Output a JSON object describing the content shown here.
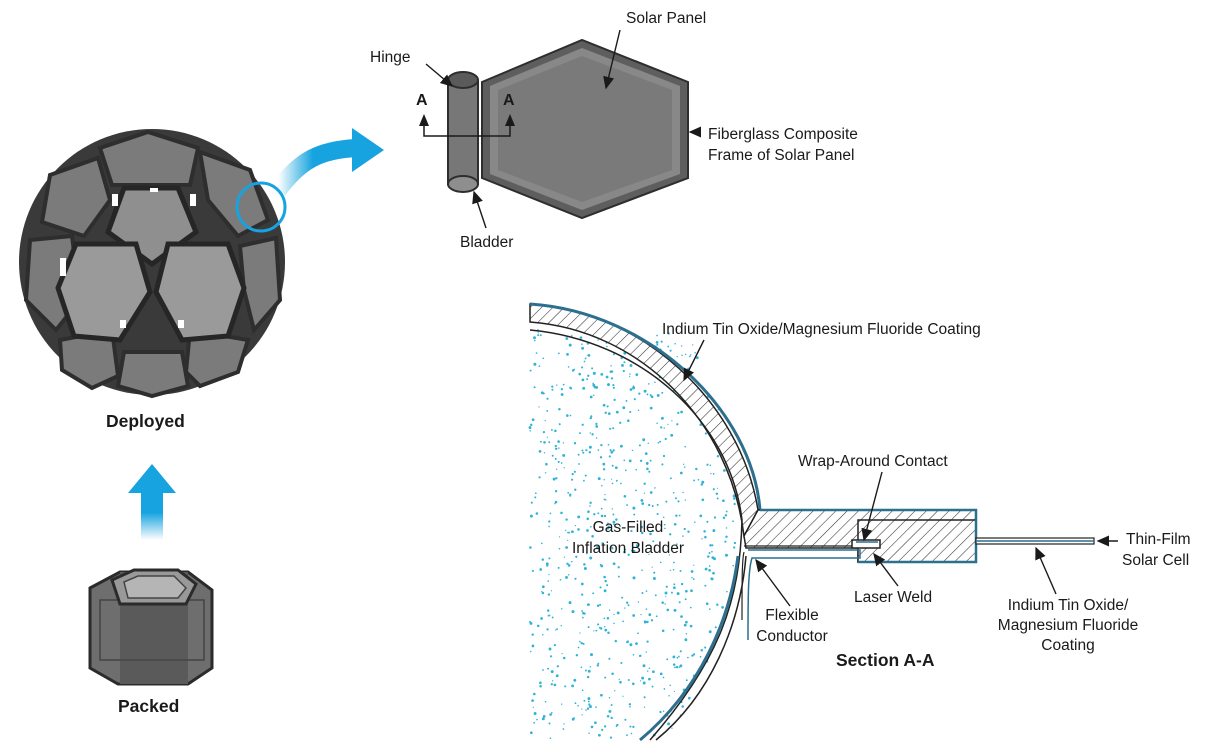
{
  "figure": {
    "deployed_label": "Deployed",
    "packed_label": "Packed",
    "section_letter": "A",
    "section_title": "Section A-A"
  },
  "panel_labels": {
    "solar_panel": "Solar Panel",
    "hinge": "Hinge",
    "bladder": "Bladder",
    "frame_line1": "Fiberglass Composite",
    "frame_line2": "Frame of Solar Panel"
  },
  "section_labels": {
    "coating_top": "Indium Tin Oxide/Magnesium Fluoride Coating",
    "wrap_contact": "Wrap-Around Contact",
    "gas_line1": "Gas-Filled",
    "gas_line2": "Inflation Bladder",
    "thin_film_line1": "Thin-Film",
    "thin_film_line2": "Solar Cell",
    "laser_weld": "Laser Weld",
    "flex_line1": "Flexible",
    "flex_line2": "Conductor",
    "coating_bottom_line1": "Indium Tin Oxide/",
    "coating_bottom_line2": "Magnesium Fluoride",
    "coating_bottom_line3": "Coating"
  },
  "colors": {
    "accent_blue": "#16a3df",
    "dot_cyan": "#2fb3d6",
    "dark_gray": "#4a4a4a",
    "panel_gray": "#7a7a7a",
    "coating_blue": "#2c6f8f"
  }
}
